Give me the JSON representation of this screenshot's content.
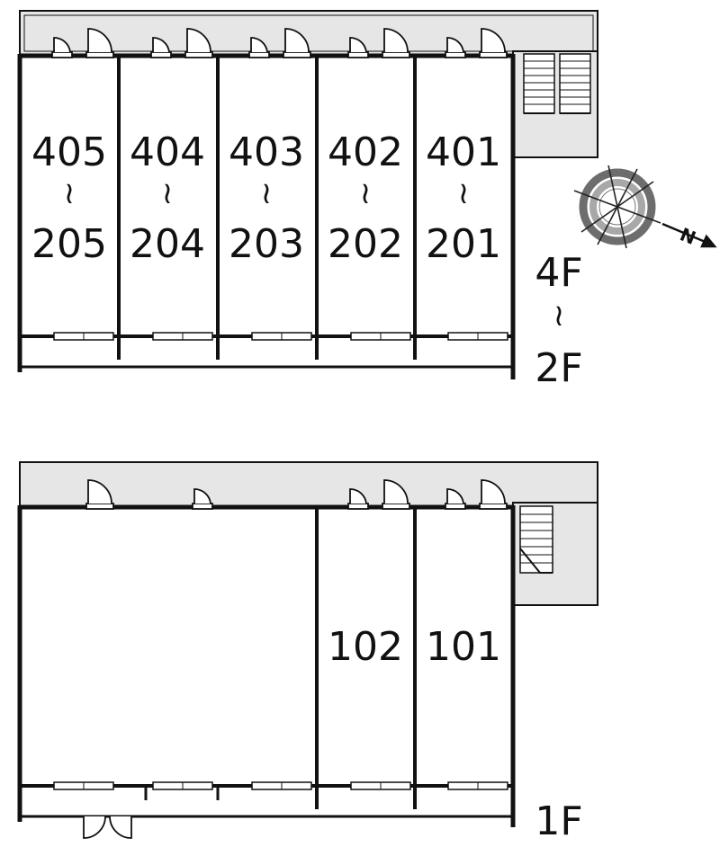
{
  "upper_block": {
    "units": [
      {
        "top": "405",
        "sep": "≀",
        "bottom": "205"
      },
      {
        "top": "404",
        "sep": "≀",
        "bottom": "204"
      },
      {
        "top": "403",
        "sep": "≀",
        "bottom": "203"
      },
      {
        "top": "402",
        "sep": "≀",
        "bottom": "202"
      },
      {
        "top": "401",
        "sep": "≀",
        "bottom": "201"
      }
    ],
    "floor_range": {
      "top": "4F",
      "sep": "≀",
      "bottom": "2F"
    }
  },
  "lower_block": {
    "units": [
      "102",
      "101"
    ],
    "floor_label": "1F"
  },
  "compass": {
    "north_label": "N"
  },
  "colors": {
    "corridor": "#e6e6e6",
    "wall": "#111111",
    "compass_outer": "#6d6d6d",
    "compass_inner": "#a8a8a8"
  }
}
